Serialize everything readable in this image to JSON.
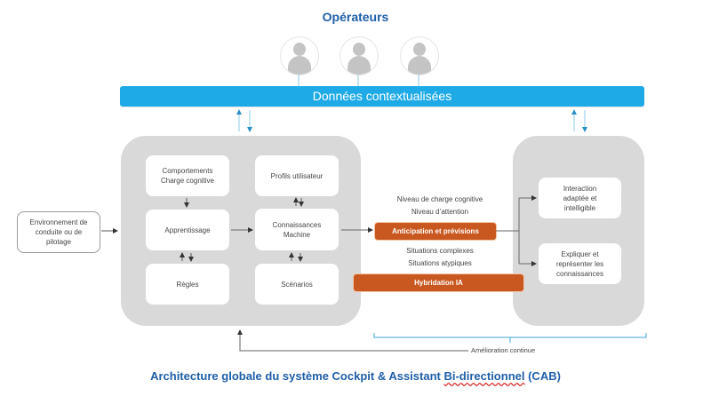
{
  "header": {
    "title": "Opérateurs"
  },
  "operators": [
    {
      "icon": "user-avatar-icon"
    },
    {
      "icon": "user-avatar-icon"
    },
    {
      "icon": "user-avatar-icon"
    }
  ],
  "data_bar": {
    "label": "Données contextualisées"
  },
  "environment": {
    "label": "Environnement de\nconduite ou de\npilotage"
  },
  "left_panel": {
    "boxes": {
      "behaviour": "Comportements\nCharge cognitive",
      "profiles": "Profils utilisateur",
      "learning": "Apprentissage",
      "knowledge": "Connaissances\nMachine",
      "rules": "Règles",
      "scenarios": "Scénarios"
    }
  },
  "middle": {
    "top_labels": "Niveau de charge cognitive\nNiveau d’attention",
    "anticipation": "Anticipation et prévisions",
    "bottom_labels": "Situations complexes\nSituations atypiques",
    "hybridation": "Hybridation IA"
  },
  "right_panel": {
    "boxes": {
      "interaction": "Interaction\nadaptée et\nintelligible",
      "explain": "Expliquer et\nreprésenter les\nconnaissances"
    }
  },
  "feedback": {
    "label": "Amélioration continue"
  },
  "caption": {
    "prefix": "Architecture globale du système Cockpit & Assistant ",
    "underlined": "Bi-directionnel",
    "suffix": " (CAB)"
  },
  "colors": {
    "title_blue": "#1f5fa8",
    "bar_blue": "#1eaae7",
    "orange": "#c8581f",
    "panel_gray": "#d9d9d9"
  }
}
